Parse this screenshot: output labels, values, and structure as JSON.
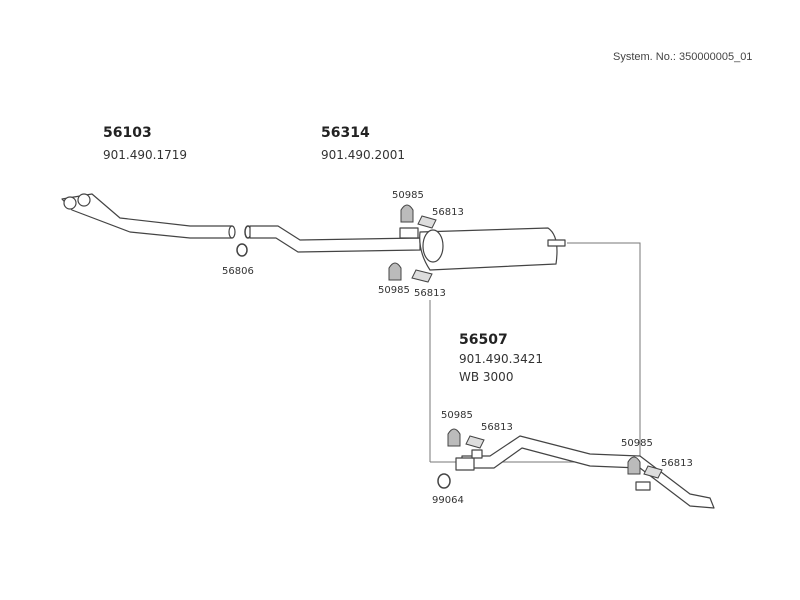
{
  "system_number": "System. No.: 350000005_01",
  "sections": [
    {
      "id": "56103",
      "ref": "901.490.1719"
    },
    {
      "id": "56314",
      "ref": "901.490.2001"
    },
    {
      "id": "56507",
      "ref": "901.490.3421",
      "note": "WB 3000"
    }
  ],
  "labels": {
    "ring_front": "56806",
    "hanger_1_top": "50985",
    "clamp_1_top": "56813",
    "hanger_1_bottom": "50985",
    "clamp_1_bottom": "56813",
    "hanger_2": "50985",
    "clamp_2": "56813",
    "ring_rear": "99064",
    "hanger_3": "50985",
    "clamp_3": "56813"
  }
}
